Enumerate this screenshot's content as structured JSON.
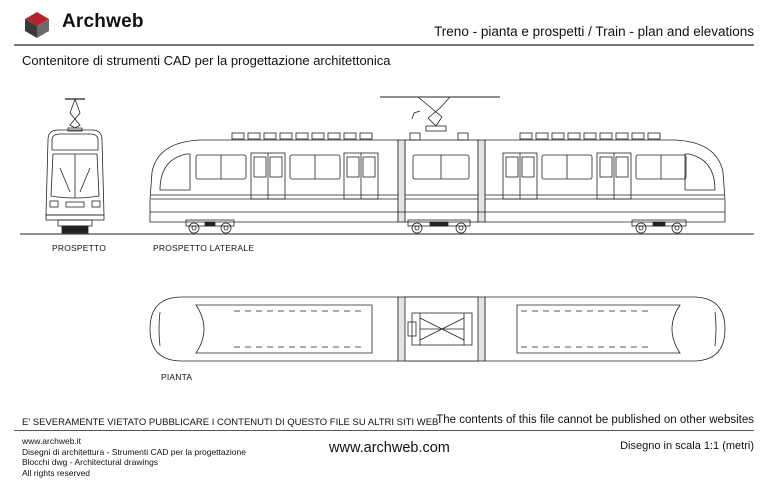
{
  "header": {
    "brand": "Archweb",
    "title": "Treno - pianta e prospetti  /  Train - plan and elevations",
    "subtitle": "Contenitore di strumenti CAD per la progettazione architettonica"
  },
  "labels": {
    "front": "PROSPETTO",
    "side": "PROSPETTO LATERALE",
    "plan": "PIANTA"
  },
  "notices": {
    "it": "E' SEVERAMENTE VIETATO PUBBLICARE I CONTENUTI DI QUESTO FILE SU ALTRI SITI WEB",
    "en": "The contents of this file cannot be published on other websites"
  },
  "footer": {
    "lines": [
      "www.archweb.it",
      "Disegni di architettura - Strumenti CAD  per la progettazione",
      "Blocchi dwg - Architectural drawings",
      "All rights reserved"
    ],
    "url": "www.archweb.com",
    "scale": "Disegno in scala 1:1 (metri)"
  },
  "colors": {
    "logo_red": "#b5242b",
    "logo_dark": "#3a3a3a",
    "rule": "#777777",
    "section_fill": "#e3e3e3"
  },
  "icons": {
    "logo": "archweb-cube-icon"
  }
}
